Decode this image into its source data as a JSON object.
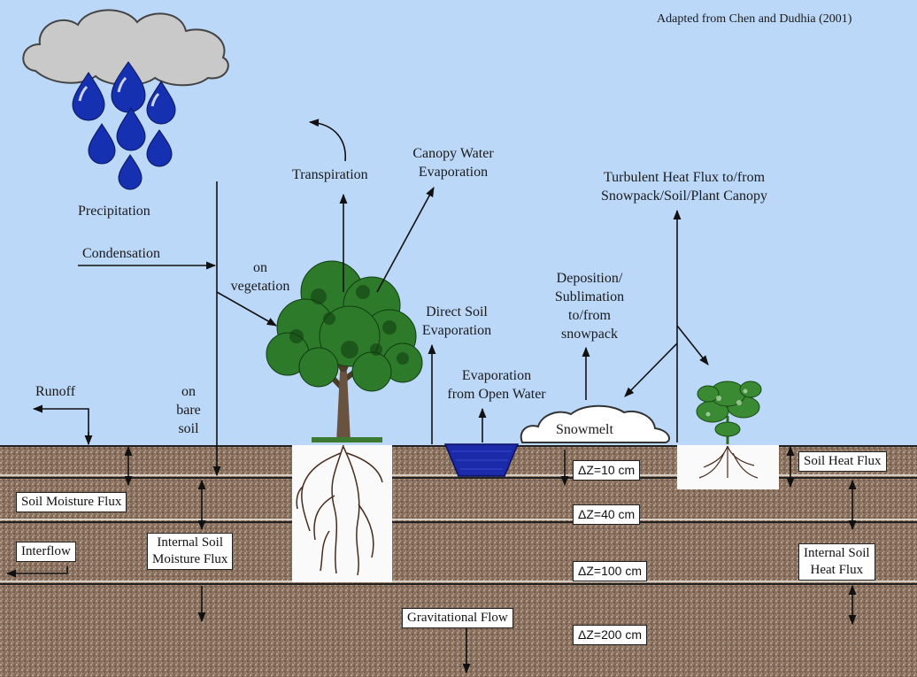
{
  "credit": "Adapted from Chen and Dudhia (2001)",
  "labels": {
    "precipitation": "Precipitation",
    "condensation": "Condensation",
    "on_vegetation_1": "on",
    "on_vegetation_2": "vegetation",
    "on_bare_soil_1": "on",
    "on_bare_soil_2": "bare",
    "on_bare_soil_3": "soil",
    "runoff": "Runoff",
    "transpiration": "Transpiration",
    "canopy_water_1": "Canopy Water",
    "canopy_water_2": "Evaporation",
    "direct_soil_1": "Direct Soil",
    "direct_soil_2": "Evaporation",
    "open_water_1": "Evaporation",
    "open_water_2": "from Open Water",
    "deposition_1": "Deposition/",
    "deposition_2": "Sublimation",
    "deposition_3": "to/from",
    "deposition_4": "snowpack",
    "turbulent_1": "Turbulent Heat Flux to/from",
    "turbulent_2": "Snowpack/Soil/Plant Canopy",
    "snowmelt": "Snowmelt"
  },
  "boxes": {
    "soil_moisture_flux": "Soil Moisture Flux",
    "interflow": "Interflow",
    "internal_moisture_1": "Internal Soil",
    "internal_moisture_2": "Moisture Flux",
    "gravitational_flow": "Gravitational Flow",
    "soil_heat_flux": "Soil Heat Flux",
    "internal_heat_1": "Internal Soil",
    "internal_heat_2": "Heat Flux"
  },
  "layers": [
    {
      "label": "ΔZ=10 cm"
    },
    {
      "label": "ΔZ=40 cm"
    },
    {
      "label": "ΔZ=100 cm"
    },
    {
      "label": "ΔZ=200 cm"
    }
  ],
  "colors": {
    "sky": "#bcd8f8",
    "soil": "#8a6e5c",
    "raindrop": "#1530b0",
    "cloud": "#c9c9c9",
    "tree": "#2d7a2a",
    "water": "#1a2aa8"
  }
}
